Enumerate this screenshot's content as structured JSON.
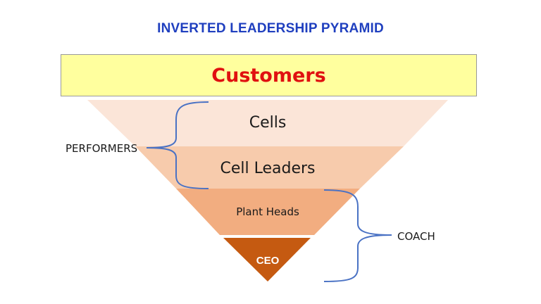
{
  "title": "INVERTED LEADERSHIP PYRAMID",
  "top_box": {
    "label": "Customers"
  },
  "levels": [
    {
      "label": "Cells",
      "color": "#fbe5d8"
    },
    {
      "label": "Cell Leaders",
      "color": "#f7cbac"
    },
    {
      "label": "Plant Heads",
      "color": "#f2ad80"
    },
    {
      "label": "CEO",
      "color": "#c55a11"
    }
  ],
  "groups": [
    {
      "label": "PERFORMERS",
      "spans": "Cells, Cell Leaders"
    },
    {
      "label": "COACH",
      "spans": "Plant Heads, CEO"
    }
  ],
  "colors": {
    "title": "#1f3fbf",
    "top_box_fill": "#ffff9e",
    "top_box_text": "#e01010",
    "bracket": "#4a72c4"
  }
}
